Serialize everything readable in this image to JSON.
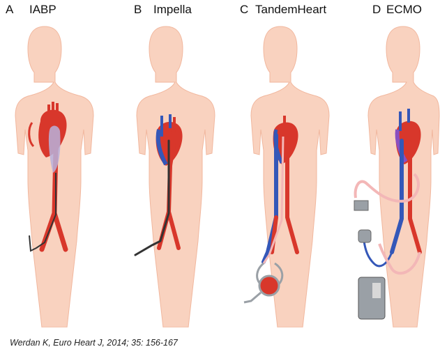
{
  "panels": [
    {
      "letter": "A",
      "name": "IABP"
    },
    {
      "letter": "B",
      "name": "Impella"
    },
    {
      "letter": "C",
      "name": "TandemHeart"
    },
    {
      "letter": "D",
      "name": "ECMO"
    }
  ],
  "citation": "Werdan K, Euro Heart J, 2014; 35: 156-167",
  "colors": {
    "skin": "#f9d2bf",
    "skin_edge": "#f1b79e",
    "artery": "#d8372b",
    "vein": "#3457b8",
    "balloon": "#b9b2dc",
    "cannula_pink": "#f3b7b7",
    "catheter": "#333333",
    "device": "#9aa0a6"
  }
}
